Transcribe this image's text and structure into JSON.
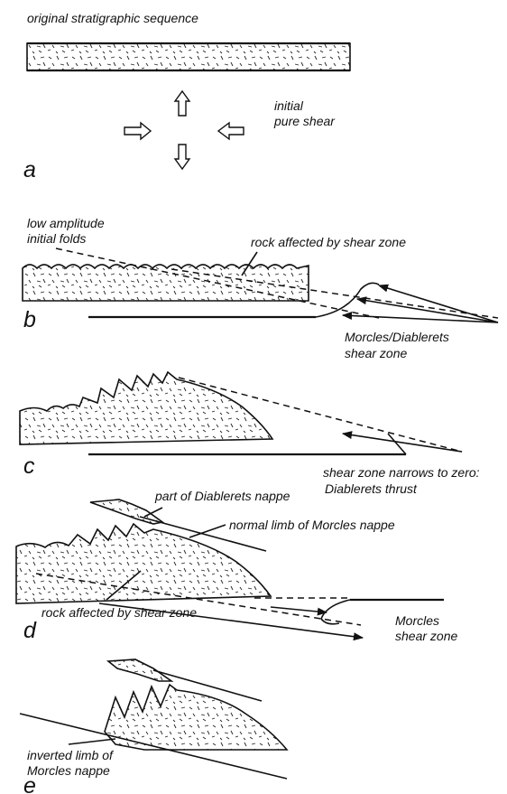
{
  "panel_a": {
    "letter": "a",
    "title": "original stratigraphic sequence",
    "pure_shear_line1": "initial",
    "pure_shear_line2": "pure shear"
  },
  "panel_b": {
    "letter": "b",
    "folds_line1": "low amplitude",
    "folds_line2": "initial folds",
    "affected": "rock affected by shear zone",
    "shear_line1": "Morcles/Diablerets",
    "shear_line2": "shear zone"
  },
  "panel_c": {
    "letter": "c",
    "narrows_line1": "shear zone narrows to zero:",
    "narrows_line2": "Diablerets thrust"
  },
  "panel_d": {
    "letter": "d",
    "diablerets_part": "part of Diablerets nappe",
    "normal_limb": "normal limb of Morcles nappe",
    "affected": "rock affected by shear zone",
    "shear_line1": "Morcles",
    "shear_line2": "shear zone"
  },
  "panel_e": {
    "letter": "e",
    "inverted_line1": "inverted limb of",
    "inverted_line2": "Morcles nappe"
  }
}
